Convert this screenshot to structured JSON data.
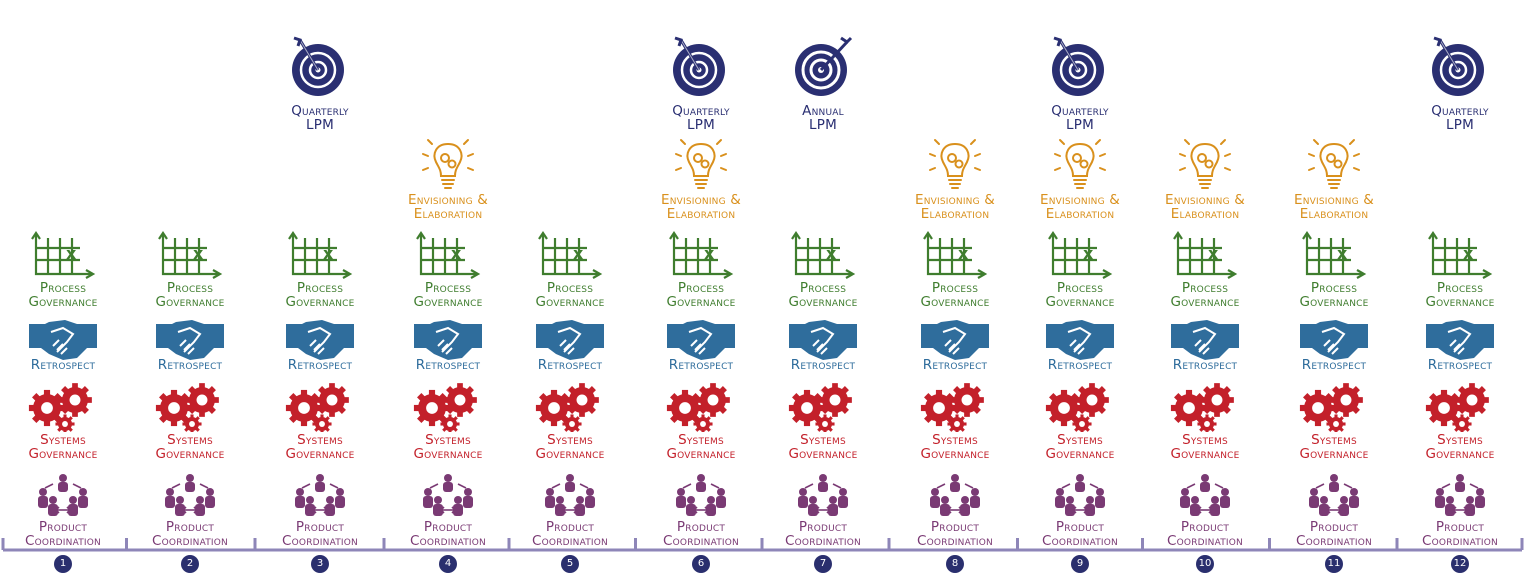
{
  "colors": {
    "lpm": "#2a2f72",
    "envision": "#d9901c",
    "process": "#3f7d2e",
    "retro": "#2f6d9c",
    "systems": "#c3202a",
    "product": "#7a3a74",
    "timeline": "#8e86b8"
  },
  "labels": {
    "quarterly": [
      "Quarterly",
      "LPM"
    ],
    "annual": [
      "Annual",
      "LPM"
    ],
    "envision": [
      "Envisioning &",
      "Elaboration"
    ],
    "process": [
      "Process",
      "Governance"
    ],
    "retro": [
      "Retrospect"
    ],
    "systems": [
      "Systems",
      "Governance"
    ],
    "product": [
      "Product",
      "Coordination"
    ]
  },
  "icons": {
    "lpm_quarterly": "target-arrow-icon",
    "lpm_annual": "bullseye-icon",
    "envision": "lightbulb-gears-icon",
    "process": "chart-grid-icon",
    "retro": "handshake-icon",
    "systems": "gears-icon",
    "product": "team-network-icon"
  },
  "sprints": [
    {
      "num": "1",
      "lpm": null,
      "envision": false
    },
    {
      "num": "2",
      "lpm": null,
      "envision": false
    },
    {
      "num": "3",
      "lpm": "quarterly",
      "envision": false
    },
    {
      "num": "4",
      "lpm": null,
      "envision": true
    },
    {
      "num": "5",
      "lpm": null,
      "envision": false
    },
    {
      "num": "6",
      "lpm": "quarterly",
      "envision": true
    },
    {
      "num": "7",
      "lpm": "annual",
      "envision": false
    },
    {
      "num": "8",
      "lpm": null,
      "envision": true
    },
    {
      "num": "9",
      "lpm": "quarterly",
      "envision": true
    },
    {
      "num": "10",
      "lpm": null,
      "envision": true
    },
    {
      "num": "11",
      "lpm": null,
      "envision": true
    },
    {
      "num": "12",
      "lpm": "quarterly",
      "envision": false
    }
  ]
}
